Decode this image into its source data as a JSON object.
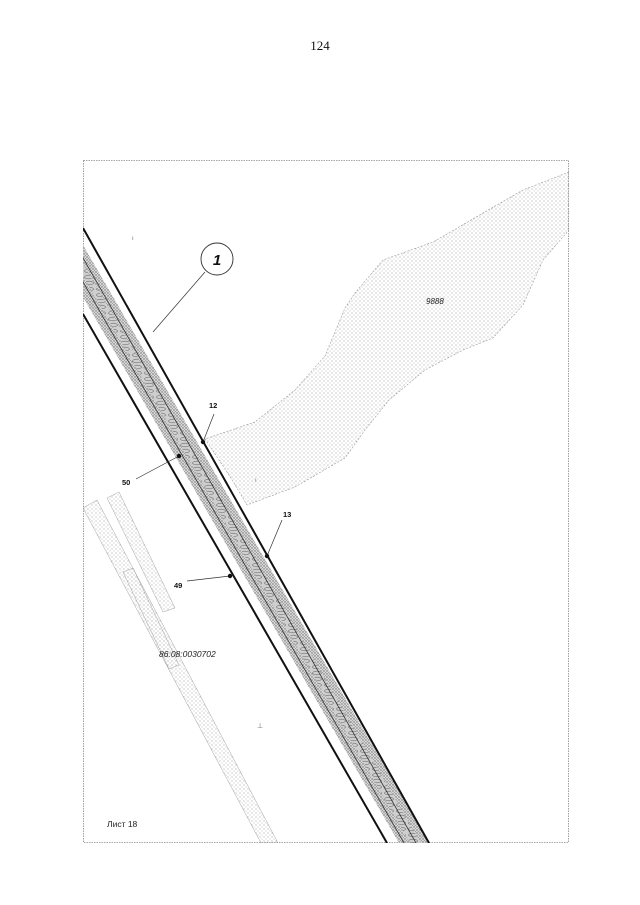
{
  "page": {
    "number": "124"
  },
  "map": {
    "sheet_label": "Лист 18",
    "parcel_number": "86:08:0030702",
    "zone_label": "9888",
    "object_id": "1",
    "points": [
      {
        "id": "p12",
        "label": "12"
      },
      {
        "id": "p13",
        "label": "13"
      },
      {
        "id": "p49",
        "label": "49"
      },
      {
        "id": "p50",
        "label": "50"
      }
    ],
    "colors": {
      "line": "#111111",
      "hatch": "#9a9a9a",
      "frame": "#8a8a8a"
    }
  }
}
